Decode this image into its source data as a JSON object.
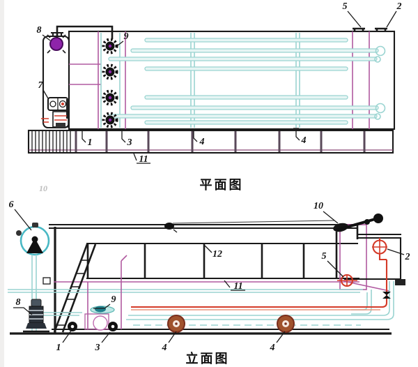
{
  "plan": {
    "title": "平面图",
    "callouts": {
      "pump8": "8",
      "mixers9": "9",
      "fitting5": "5",
      "fitting2": "2",
      "doser7": "7",
      "leg1": "1",
      "leg3": "3",
      "leg4a": "4",
      "leg4b": "4",
      "base11": "11",
      "ghost10": "10"
    }
  },
  "elevation": {
    "title": "立面图",
    "callouts": {
      "blower6": "6",
      "drive10": "10",
      "rail12": "12",
      "walk11": "11",
      "valve5": "5",
      "valve2": "2",
      "pump8": "8",
      "pump9": "9",
      "roller1": "1",
      "roller3": "3",
      "wheel4a": "4",
      "wheel4b": "4"
    }
  },
  "colors": {
    "ink": "#1a1a1a",
    "teal": "#49b8c4",
    "pipe_teal": "#9ad4d1",
    "pipe_fill": "#e6f5f4",
    "magenta": "#b05aa0",
    "dark_magenta": "#8a4a78",
    "red": "#d43a28",
    "salmon": "#e8967e",
    "purple": "#8e24aa",
    "brown": "#a0522d",
    "gray_label": "#999999"
  }
}
